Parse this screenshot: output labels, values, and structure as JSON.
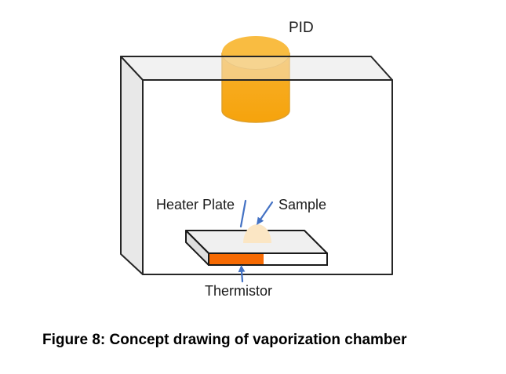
{
  "figure": {
    "caption": "Figure 8: Concept drawing of vaporization chamber",
    "labels": {
      "pid": "PID",
      "heater_plate": "Heater Plate",
      "sample": "Sample",
      "thermistor": "Thermistor"
    }
  },
  "colors": {
    "box_top_face": "#F2F2F2",
    "box_left_face": "#E8E8E8",
    "box_front_face": "#FFFFFF",
    "box_stroke": "#262626",
    "cylinder_top": "#F9BC41",
    "cylinder_body_top": "#F8B12C",
    "cylinder_body_bottom": "#F6A30C",
    "cylinder_stroke": "#DFA02B",
    "plate_top_face": "#F0F0F0",
    "plate_left_face": "#DFDFDF",
    "plate_front_face": "#FFFFFF",
    "plate_stroke": "#1A1A1A",
    "thermistor_fill": "#F76A02",
    "sample_fill": "#FBE6C4",
    "sample_stroke": "#E2A23C",
    "arrow_blue": "#4472C4",
    "label_text": "#1A1A1A"
  }
}
